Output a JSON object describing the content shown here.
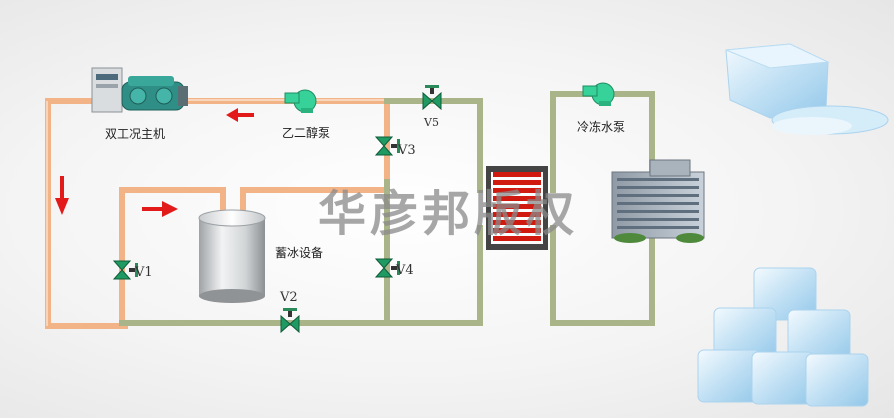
{
  "labels": {
    "chiller": "双工况主机",
    "glycol_pump": "乙二醇泵",
    "ice_storage": "蓄冰设备",
    "chilled_water_pump": "冷冻水泵"
  },
  "valves": {
    "v1": "V1",
    "v2": "V2",
    "v3": "V3",
    "v4": "V4",
    "v5": "V5"
  },
  "watermark": "华彦邦版权",
  "colors": {
    "glycol_pipe": "#f2b487",
    "water_pipe": "#aab489",
    "pump": "#37d19a",
    "valve": "#1e9a62",
    "flow_arrow": "#e31a1a",
    "heat_exchanger": "#d01a10"
  },
  "icons": {
    "chiller": "chiller-unit-icon",
    "pump": "pump-icon",
    "valve": "valve-icon",
    "tank": "storage-tank-icon",
    "building": "building-icon",
    "ice": "ice-cube-icon",
    "heat_exchanger": "plate-heat-exchanger-icon"
  }
}
